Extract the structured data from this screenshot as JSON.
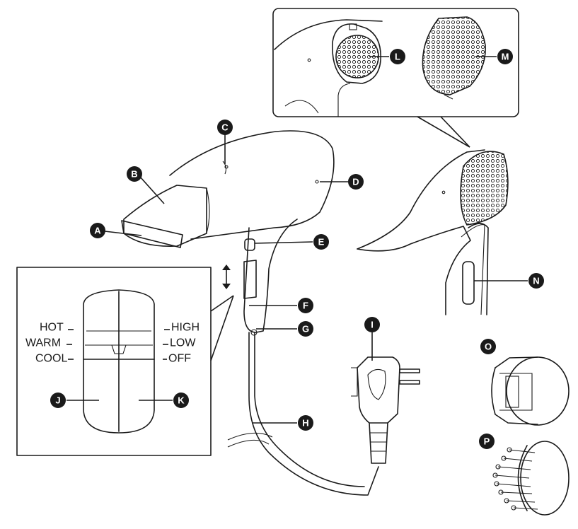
{
  "callouts": {
    "A": "A",
    "B": "B",
    "C": "C",
    "D": "D",
    "E": "E",
    "F": "F",
    "G": "G",
    "H": "H",
    "I": "I",
    "J": "J",
    "K": "K",
    "L": "L",
    "M": "M",
    "N": "N",
    "O": "O",
    "P": "P"
  },
  "switch_labels": {
    "temperature": [
      "HOT",
      "WARM",
      "COOL"
    ],
    "airflow": [
      "HIGH",
      "LOW",
      "OFF"
    ]
  },
  "icons": [
    "hair-dryer-drawing",
    "nozzle-drawing",
    "filter-cover-drawing",
    "plug-drawing",
    "diffuser-drawing",
    "up-down-arrow-icon"
  ]
}
